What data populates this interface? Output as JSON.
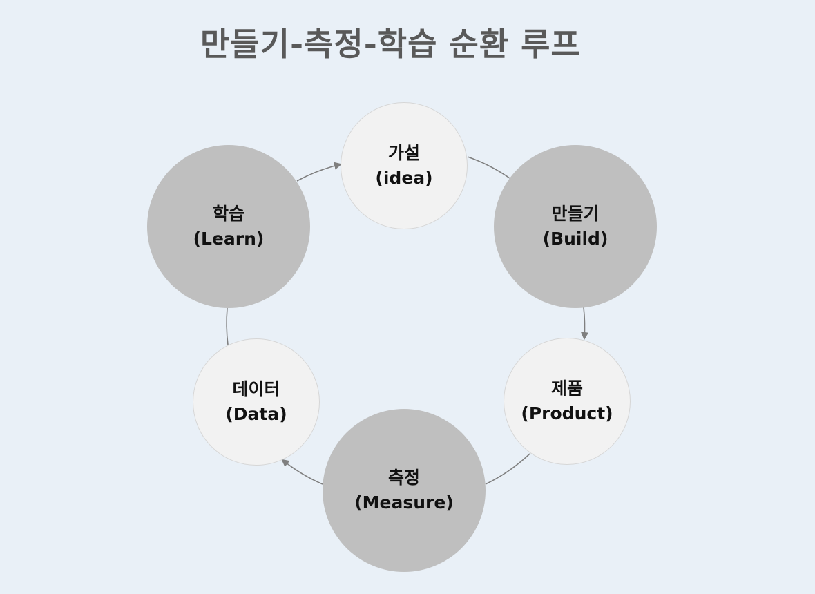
{
  "title": "만들기-측정-학습 순환 루프",
  "colors": {
    "background": "#e9f0f7",
    "title_text": "#595959",
    "node_light_fill": "#f2f2f2",
    "node_dark_fill": "#bfbfbf",
    "connector": "#7f7f7f",
    "node_text": "#111111"
  },
  "nodes": {
    "idea": {
      "label": "가설",
      "sub": "(idea)",
      "style": "light"
    },
    "build": {
      "label": "만들기",
      "sub": "(Build)",
      "style": "dark"
    },
    "product": {
      "label": "제품",
      "sub": "(Product)",
      "style": "light"
    },
    "measure": {
      "label": "측정",
      "sub": "(Measure)",
      "style": "dark"
    },
    "data": {
      "label": "데이터",
      "sub": "(Data)",
      "style": "light"
    },
    "learn": {
      "label": "학습",
      "sub": "(Learn)",
      "style": "dark"
    }
  },
  "flow": [
    "idea",
    "build",
    "product",
    "measure",
    "data",
    "learn",
    "idea"
  ]
}
